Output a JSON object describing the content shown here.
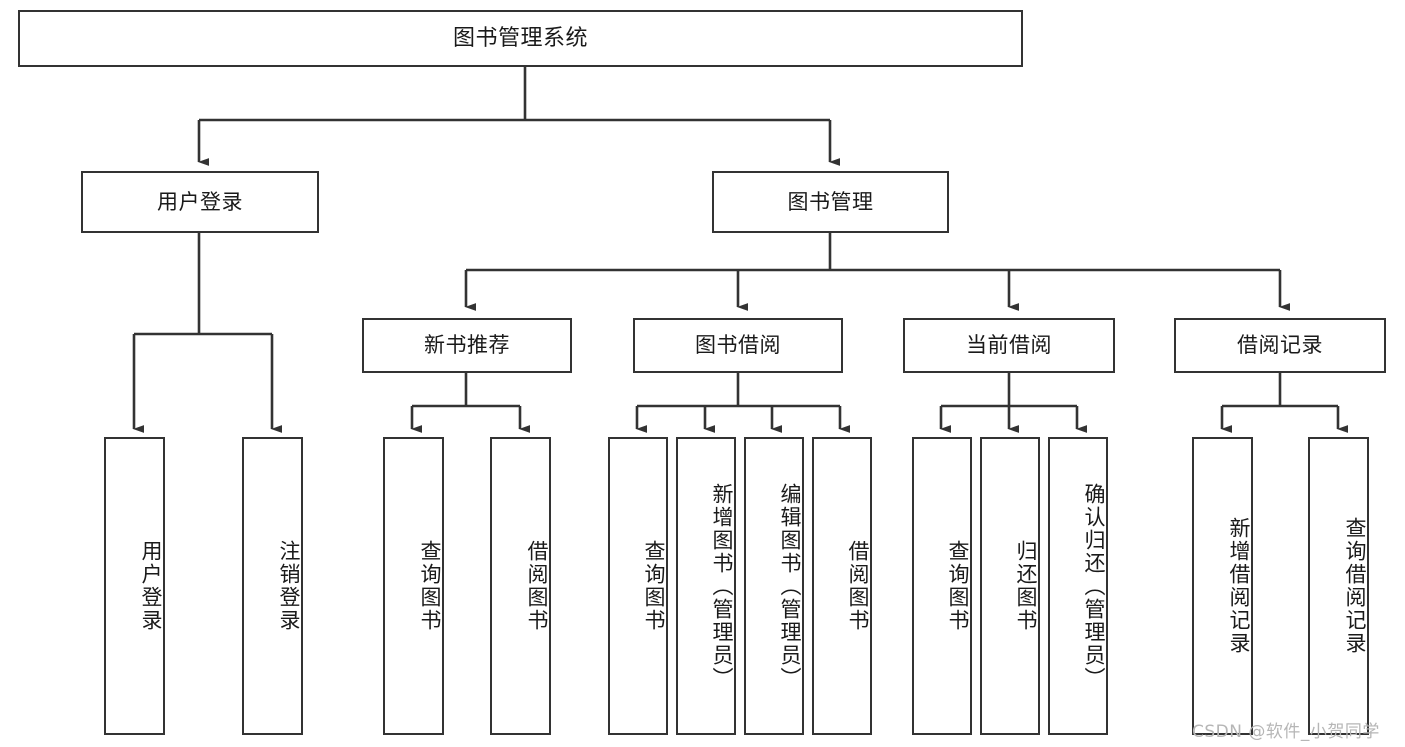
{
  "diagram": {
    "title": "图书管理系统",
    "type": "tree-hierarchy-diagram",
    "root": {
      "id": "root",
      "label": "图书管理系统"
    },
    "level2": [
      {
        "id": "user-login",
        "label": "用户登录"
      },
      {
        "id": "book-manage",
        "label": "图书管理"
      }
    ],
    "level3": [
      {
        "id": "new-book-rec",
        "label": "新书推荐",
        "parent": "book-manage"
      },
      {
        "id": "book-borrow",
        "label": "图书借阅",
        "parent": "book-manage"
      },
      {
        "id": "current-borrow",
        "label": "当前借阅",
        "parent": "book-manage"
      },
      {
        "id": "borrow-record",
        "label": "借阅记录",
        "parent": "book-manage"
      }
    ],
    "leaves": [
      {
        "id": "leaf-user-login",
        "label": "用户登录",
        "parent": "user-login"
      },
      {
        "id": "leaf-logout",
        "label": "注销登录",
        "parent": "user-login"
      },
      {
        "id": "leaf-query-book-1",
        "label": "查询图书",
        "parent": "new-book-rec"
      },
      {
        "id": "leaf-borrow-book-1",
        "label": "借阅图书",
        "parent": "new-book-rec"
      },
      {
        "id": "leaf-query-book-2",
        "label": "查询图书",
        "parent": "book-borrow"
      },
      {
        "id": "leaf-add-book",
        "label": "新增图书（管理员）",
        "parent": "book-borrow"
      },
      {
        "id": "leaf-edit-book",
        "label": "编辑图书（管理员）",
        "parent": "book-borrow"
      },
      {
        "id": "leaf-borrow-book-2",
        "label": "借阅图书",
        "parent": "book-borrow"
      },
      {
        "id": "leaf-query-book-3",
        "label": "查询图书",
        "parent": "current-borrow"
      },
      {
        "id": "leaf-return-book",
        "label": "归还图书",
        "parent": "current-borrow"
      },
      {
        "id": "leaf-confirm-return",
        "label": "确认归还（管理员）",
        "parent": "current-borrow"
      },
      {
        "id": "leaf-add-record",
        "label": "新增借阅记录",
        "parent": "borrow-record"
      },
      {
        "id": "leaf-query-record",
        "label": "查询借阅记录",
        "parent": "borrow-record"
      }
    ],
    "watermark": "CSDN @软件_小贺同学",
    "colors": {
      "stroke": "#333333",
      "fill": "#ffffff",
      "text": "#1a1a1a",
      "watermark": "#b6b6b6"
    }
  }
}
